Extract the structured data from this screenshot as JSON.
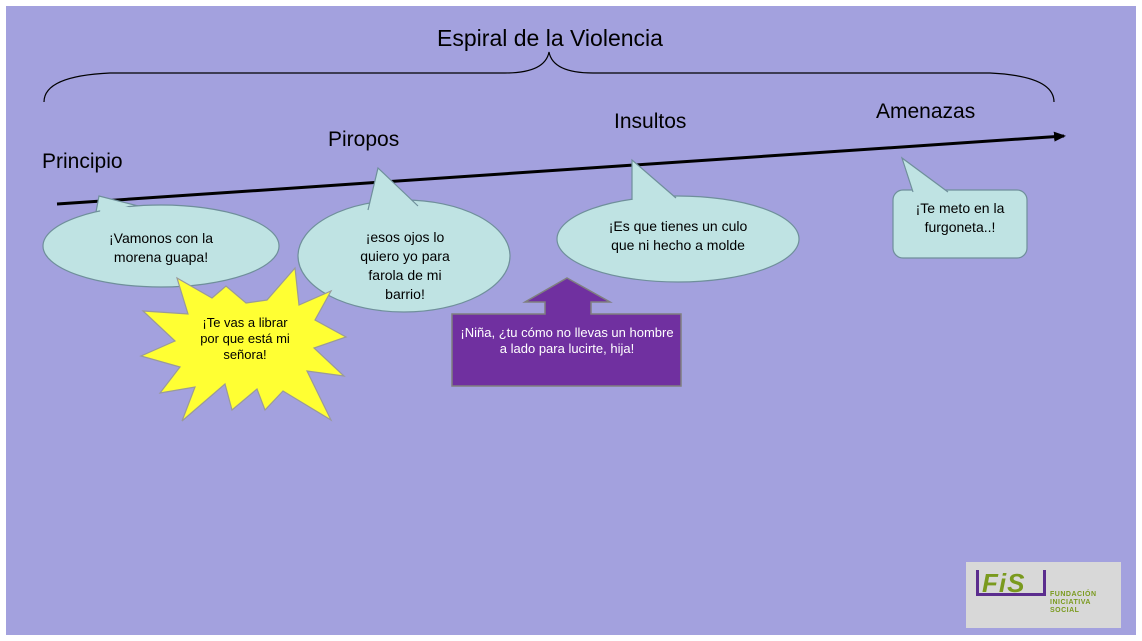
{
  "title": "Espiral de la Violencia",
  "stages": [
    "Principio",
    "Piropos",
    "Insultos",
    "Amenazas"
  ],
  "bubbles": {
    "principio": "¡Vamonos con la morena guapa!",
    "piropos": "¡esos ojos lo quiero yo para farola de mi barrio!",
    "insultos": "¡Es que tienes un culo que ni hecho a molde",
    "amenazas": "¡Te meto en la furgoneta..!",
    "starburst": "¡Te vas a librar por que está mi señora!",
    "purple_arrow": "¡Niña, ¿tu cómo no llevas un hombre a lado para lucirte, hija!"
  },
  "logo": {
    "mark": "FiS",
    "name": "FUNDACIÓN INICIATIVA SOCIAL"
  },
  "colors": {
    "background": "#a3a1de",
    "bubble_fill": "#bfe3e3",
    "starburst_fill": "#ffff33",
    "purple_arrow": "#7030a0",
    "logo_green": "#7a9a1e",
    "logo_purple": "#5b2d8e"
  }
}
